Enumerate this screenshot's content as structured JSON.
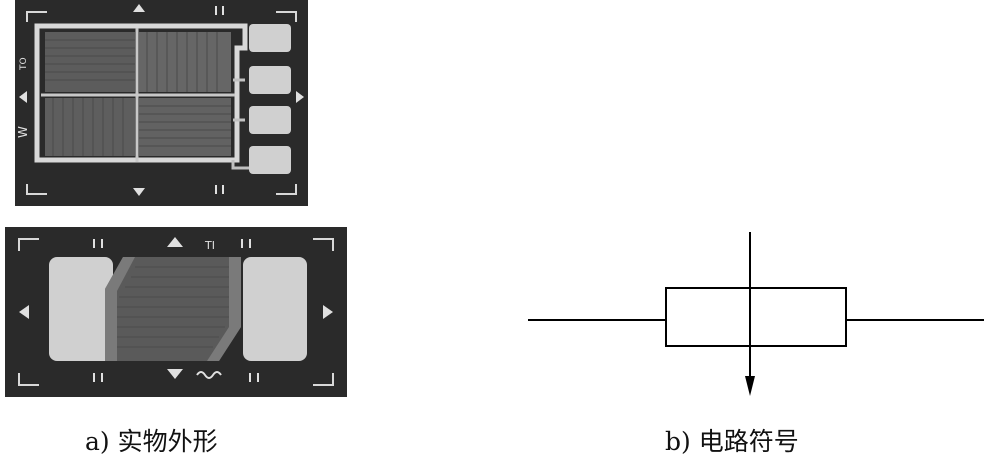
{
  "figure": {
    "caption_a": "a) 实物外形",
    "caption_b": "b) 电路符号"
  },
  "photo_top": {
    "markings": {
      "left_text": "TO",
      "left_text_2": "W"
    }
  },
  "photo_bottom": {
    "markings": {
      "top_text": "TI"
    }
  },
  "colors": {
    "photo_background": "#2a2a2a",
    "grid_area": "#6a6a6a",
    "pad": "#d0d0d0",
    "symbol_line": "#000000"
  }
}
